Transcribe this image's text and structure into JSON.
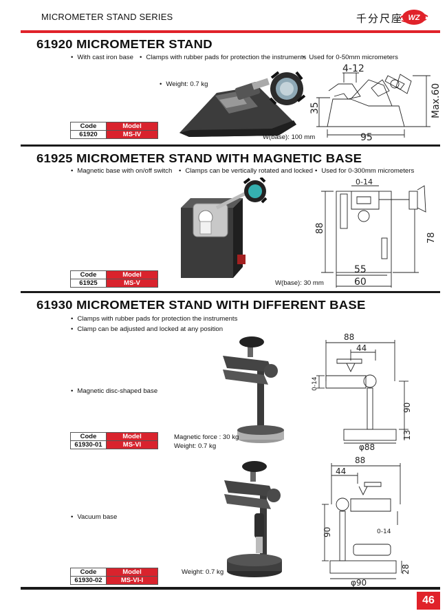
{
  "header": {
    "series": "MICROMETER STAND SERIES",
    "brand_cn": "千分尺座",
    "logo_text": "WZ"
  },
  "sections": [
    {
      "title": "61920  MICROMETER STAND",
      "features": [
        "With cast iron base",
        "Clamps with rubber pads for protection the instruments",
        "Used for 0-50mm micrometers"
      ],
      "weight": "Weight: 0.7 kg",
      "wbase": "W(base): 100 mm",
      "table": {
        "code_header": "Code",
        "model_header": "Model",
        "code": "61920",
        "model": "MS-IV"
      },
      "dims": [
        "4-12",
        "35",
        "Max.60",
        "95"
      ]
    },
    {
      "title": "61925  MICROMETER STAND WITH MAGNETIC BASE",
      "features": [
        "Magnetic base with on/off switch",
        "Clamps can be vertically rotated and locked",
        "Used for 0-300mm micrometers"
      ],
      "wbase": "W(base): 30 mm",
      "table": {
        "code_header": "Code",
        "model_header": "Model",
        "code": "61925",
        "model": "MS-V"
      },
      "dims": [
        "0-14",
        "88",
        "78",
        "55",
        "60"
      ]
    },
    {
      "title": "61930  MICROMETER STAND WITH DIFFERENT BASE",
      "features": [
        "Clamps with rubber pads for protection the instruments",
        "Clamp can be adjusted and locked at any position"
      ],
      "variants": [
        {
          "label": "Magnetic disc-shaped base",
          "notes": [
            "Magnetic force : 30 kg",
            "Weight: 0.7 kg"
          ],
          "table": {
            "code_header": "Code",
            "model_header": "Model",
            "code": "61930-01",
            "model": "MS-VI"
          },
          "dims": [
            "88",
            "44",
            "0-14",
            "90",
            "13",
            "φ88"
          ]
        },
        {
          "label": "Vacuum base",
          "notes": [
            "Weight: 0.7 kg"
          ],
          "table": {
            "code_header": "Code",
            "model_header": "Model",
            "code": "61930-02",
            "model": "MS-VI-I"
          },
          "dims": [
            "88",
            "44",
            "90",
            "0-14",
            "28",
            "φ90"
          ]
        }
      ]
    }
  ],
  "page_number": "46",
  "colors": {
    "accent": "#e0222a",
    "model_cell": "#d9232d",
    "rule": "#1a1a1a"
  }
}
